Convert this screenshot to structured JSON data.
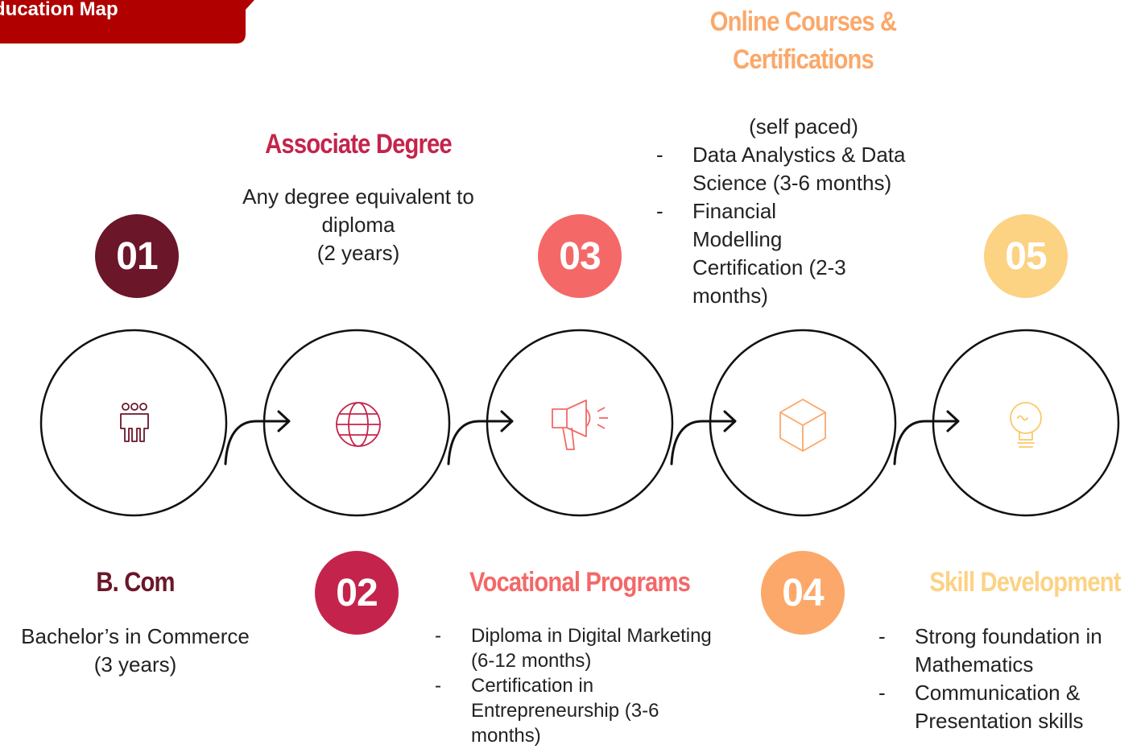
{
  "banner": {
    "title": "ducation Map",
    "color": "#b00000"
  },
  "colors": {
    "step1": "#6b1629",
    "step2": "#c4244c",
    "step3": "#f46868",
    "step4": "#fba86a",
    "step5": "#fcd283"
  },
  "steps": [
    {
      "number": "01",
      "title": "B. Com",
      "description": "Bachelor’s in Commerce\n(3 years)",
      "icon": "people-icon"
    },
    {
      "number": "02",
      "title": "Associate Degree",
      "description": "Any degree equivalent to\ndiploma\n(2 years)",
      "icon": "globe-icon"
    },
    {
      "number": "03",
      "title": "Vocational Programs",
      "items": [
        "Diploma in Digital Marketing (6-12 months)",
        "Certification in Entrepreneurship (3-6 months)"
      ],
      "icon": "megaphone-icon"
    },
    {
      "number": "04",
      "title": "Online Courses &\nCertifications",
      "subtitle": "(self paced)",
      "items": [
        "Data Analystics & Data Science (3-6 months)",
        "Financial Modelling Certification (2-3 months)"
      ],
      "icon": "cube-icon"
    },
    {
      "number": "05",
      "title": "Skill Development",
      "items": [
        "Strong foundation in Mathematics",
        "Communication & Presentation skills"
      ],
      "icon": "lightbulb-icon"
    }
  ]
}
